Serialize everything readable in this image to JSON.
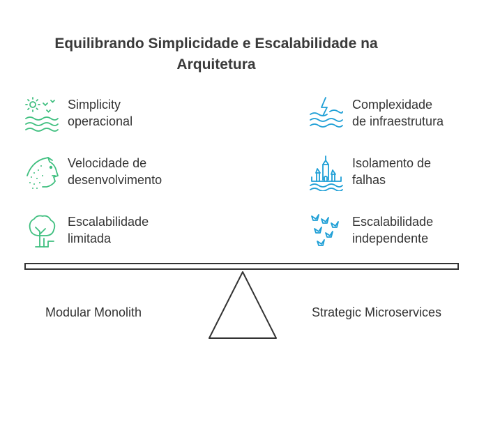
{
  "title": "Equilibrando Simplicidade e Escalabilidade na\nArquitetura",
  "left_items": [
    {
      "label": "Simplicity\noperacional",
      "icon": "sun-waves-icon"
    },
    {
      "label": "Velocidade de\ndesenvolvimento",
      "icon": "cheetah-icon"
    },
    {
      "label": "Escalabilidade\nlimitada",
      "icon": "tree-icon"
    }
  ],
  "right_items": [
    {
      "label": "Complexidade\nde infraestrutura",
      "icon": "storm-waves-icon"
    },
    {
      "label": "Isolamento de\nfalhas",
      "icon": "castle-icon"
    },
    {
      "label": "Escalabilidade\nindependente",
      "icon": "birds-icon"
    }
  ],
  "left_label": "Modular Monolith",
  "right_label": "Strategic Microservices",
  "colors": {
    "left_accent": "#3fbf7f",
    "right_accent": "#1e9fd6",
    "text": "#333333"
  }
}
